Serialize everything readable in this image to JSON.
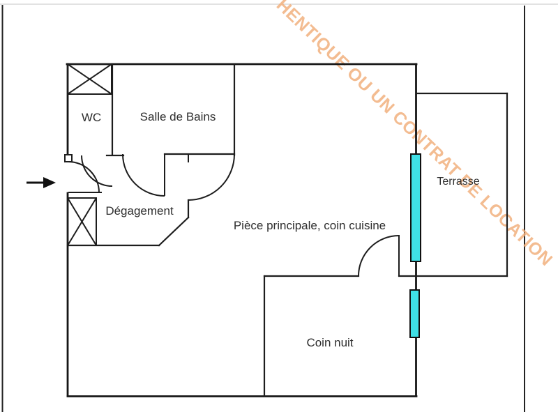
{
  "floorplan": {
    "labels": {
      "wc": "WC",
      "bathroom": "Salle de Bains",
      "hallway": "Dégagement",
      "main_room": "Pièce principale, coin cuisine",
      "terrace": "Terrasse",
      "sleeping_area": "Coin nuit"
    },
    "watermark_text": "HENTIQUE OU UN CONTRAT DE LOCATION",
    "colors": {
      "wall": "#1d1d1d",
      "window": "#3fe0e6",
      "watermark": "#f2b17e",
      "frame": "#222222"
    },
    "icons": {
      "entrance_arrow": "right-arrow",
      "shaft_symbol": "crossed-box"
    }
  }
}
